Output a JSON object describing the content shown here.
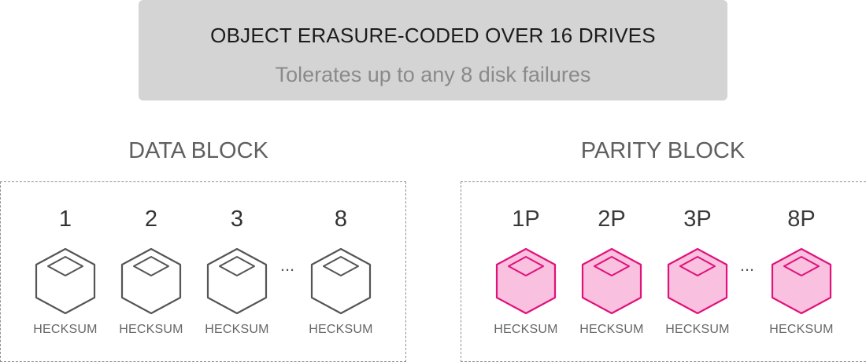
{
  "header": {
    "title": "OBJECT ERASURE-CODED OVER 16 DRIVES",
    "subtitle": "Tolerates up to any 8 disk failures"
  },
  "data_block": {
    "title": "DATA BLOCK",
    "ellipsis": "...",
    "drives": [
      {
        "label": "1",
        "caption": "HECKSUM"
      },
      {
        "label": "2",
        "caption": "HECKSUM"
      },
      {
        "label": "3",
        "caption": "HECKSUM"
      },
      {
        "label": "8",
        "caption": "HECKSUM"
      }
    ]
  },
  "parity_block": {
    "title": "PARITY BLOCK",
    "ellipsis": "...",
    "drives": [
      {
        "label": "1P",
        "caption": "HECKSUM"
      },
      {
        "label": "2P",
        "caption": "HECKSUM"
      },
      {
        "label": "3P",
        "caption": "HECKSUM"
      },
      {
        "label": "8P",
        "caption": "HECKSUM"
      }
    ]
  },
  "colors": {
    "data_stroke": "#555555",
    "data_fill": "#ffffff",
    "data_number": "#333333",
    "parity_stroke": "#e0117a",
    "parity_fill": "#f9c0df",
    "parity_number": "#3a3a3a",
    "banner_bg": "#d4d4d4"
  }
}
